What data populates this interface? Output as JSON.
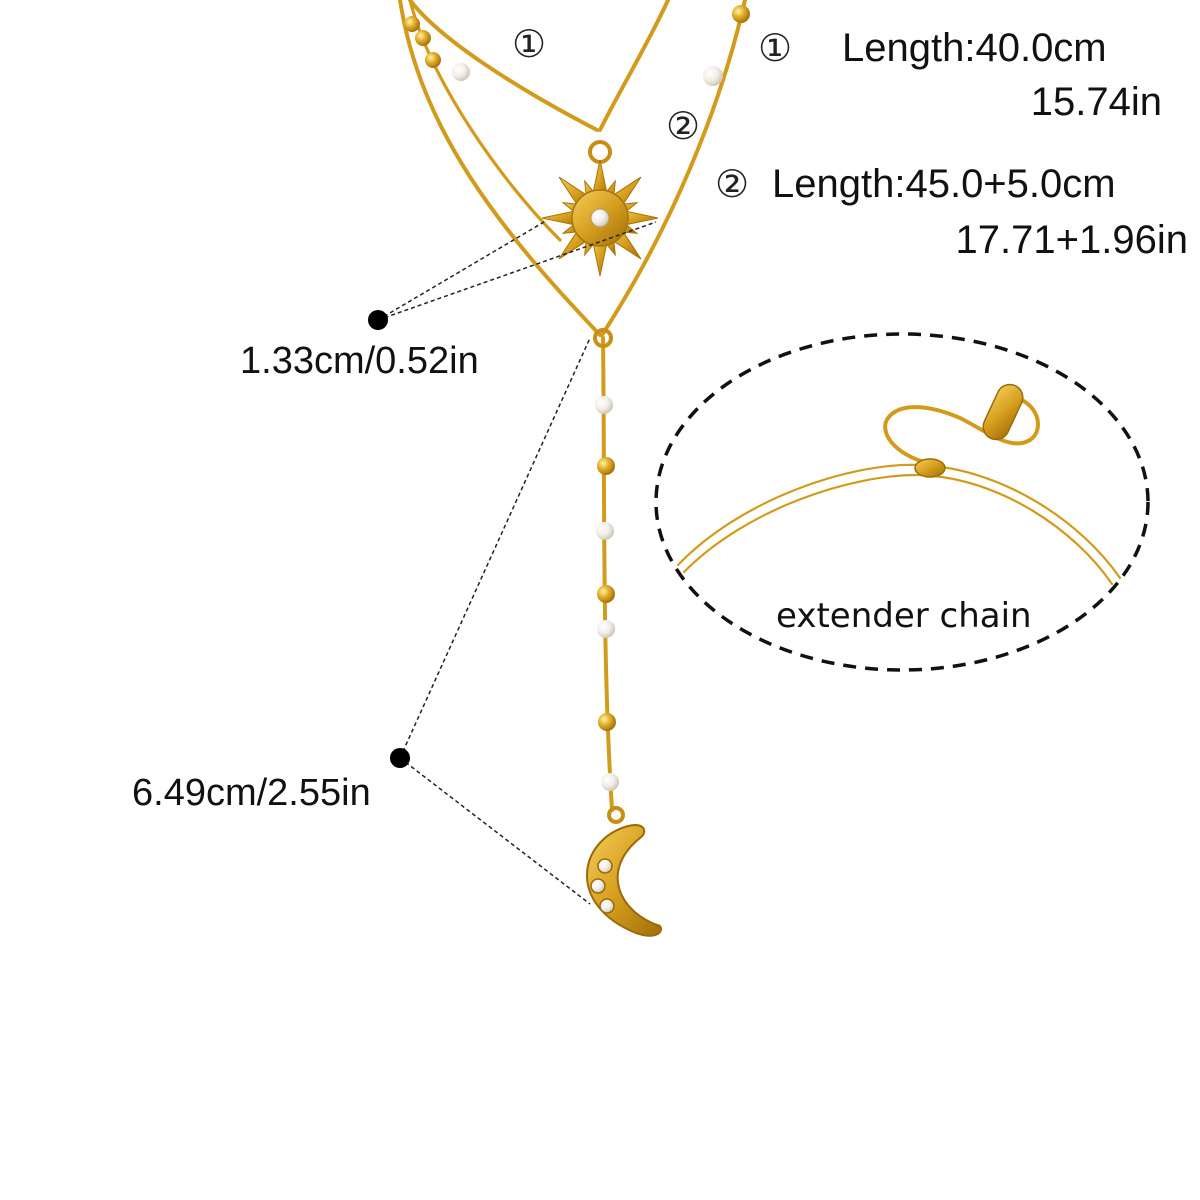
{
  "marks": {
    "strand1_on_chain": "①",
    "strand2_on_chain": "②"
  },
  "specs": {
    "strand1": {
      "marker": "①",
      "label": "Length:40.0cm",
      "imperial": "15.74in"
    },
    "strand2": {
      "marker": "②",
      "label": "Length:45.0+5.0cm",
      "imperial": "17.71+1.96in"
    }
  },
  "dimensions": {
    "pendant_sun": "1.33cm/0.52in",
    "drop_length": "6.49cm/2.55in"
  },
  "inset": {
    "caption": "extender chain"
  },
  "colors": {
    "gold": "#d9a520",
    "gold_dark": "#b07d10",
    "pearl": "#f3f0ea",
    "text": "#111111",
    "guide": "#111111"
  }
}
